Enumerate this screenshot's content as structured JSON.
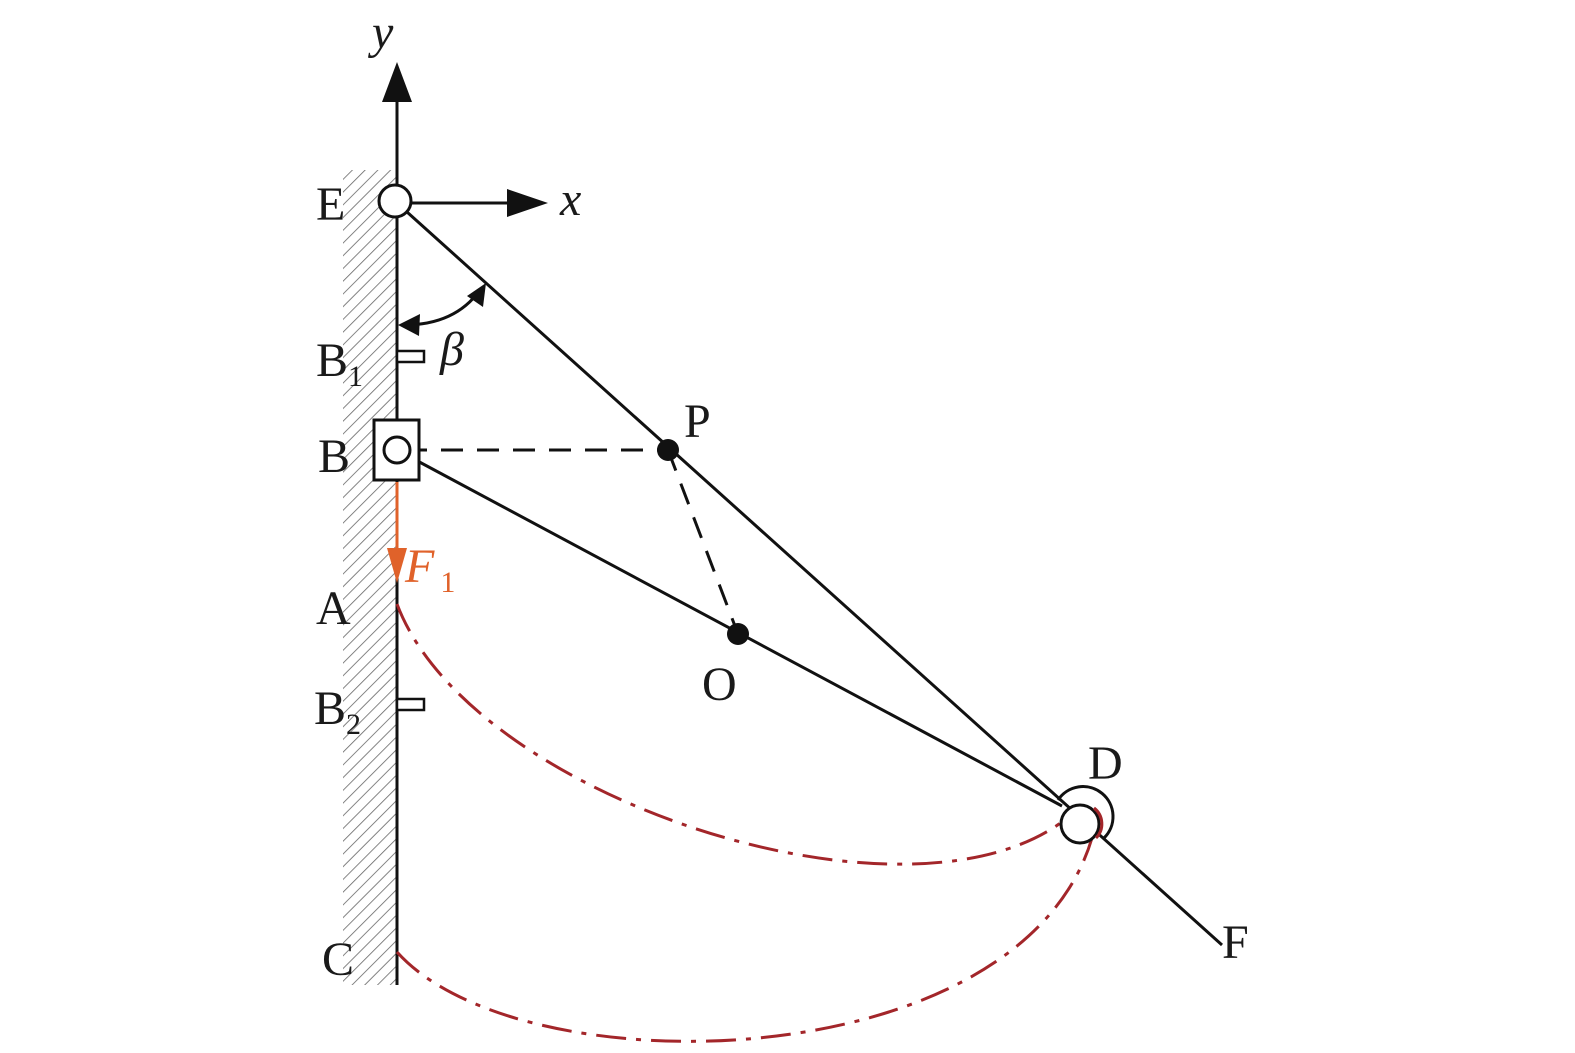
{
  "axes": {
    "y_label": "y",
    "x_label": "x"
  },
  "points": {
    "E": "E",
    "B1": "B",
    "B1_sub": "1",
    "B": "B",
    "A": "A",
    "B2": "B",
    "B2_sub": "2",
    "C": "C",
    "P": "P",
    "O": "O",
    "D": "D",
    "F": "F"
  },
  "angle_label": "β",
  "force": {
    "symbol": "F",
    "subscript": "1",
    "color": "#e0622a"
  },
  "colors": {
    "trajectory": "#a3262a",
    "line": "#111111"
  }
}
